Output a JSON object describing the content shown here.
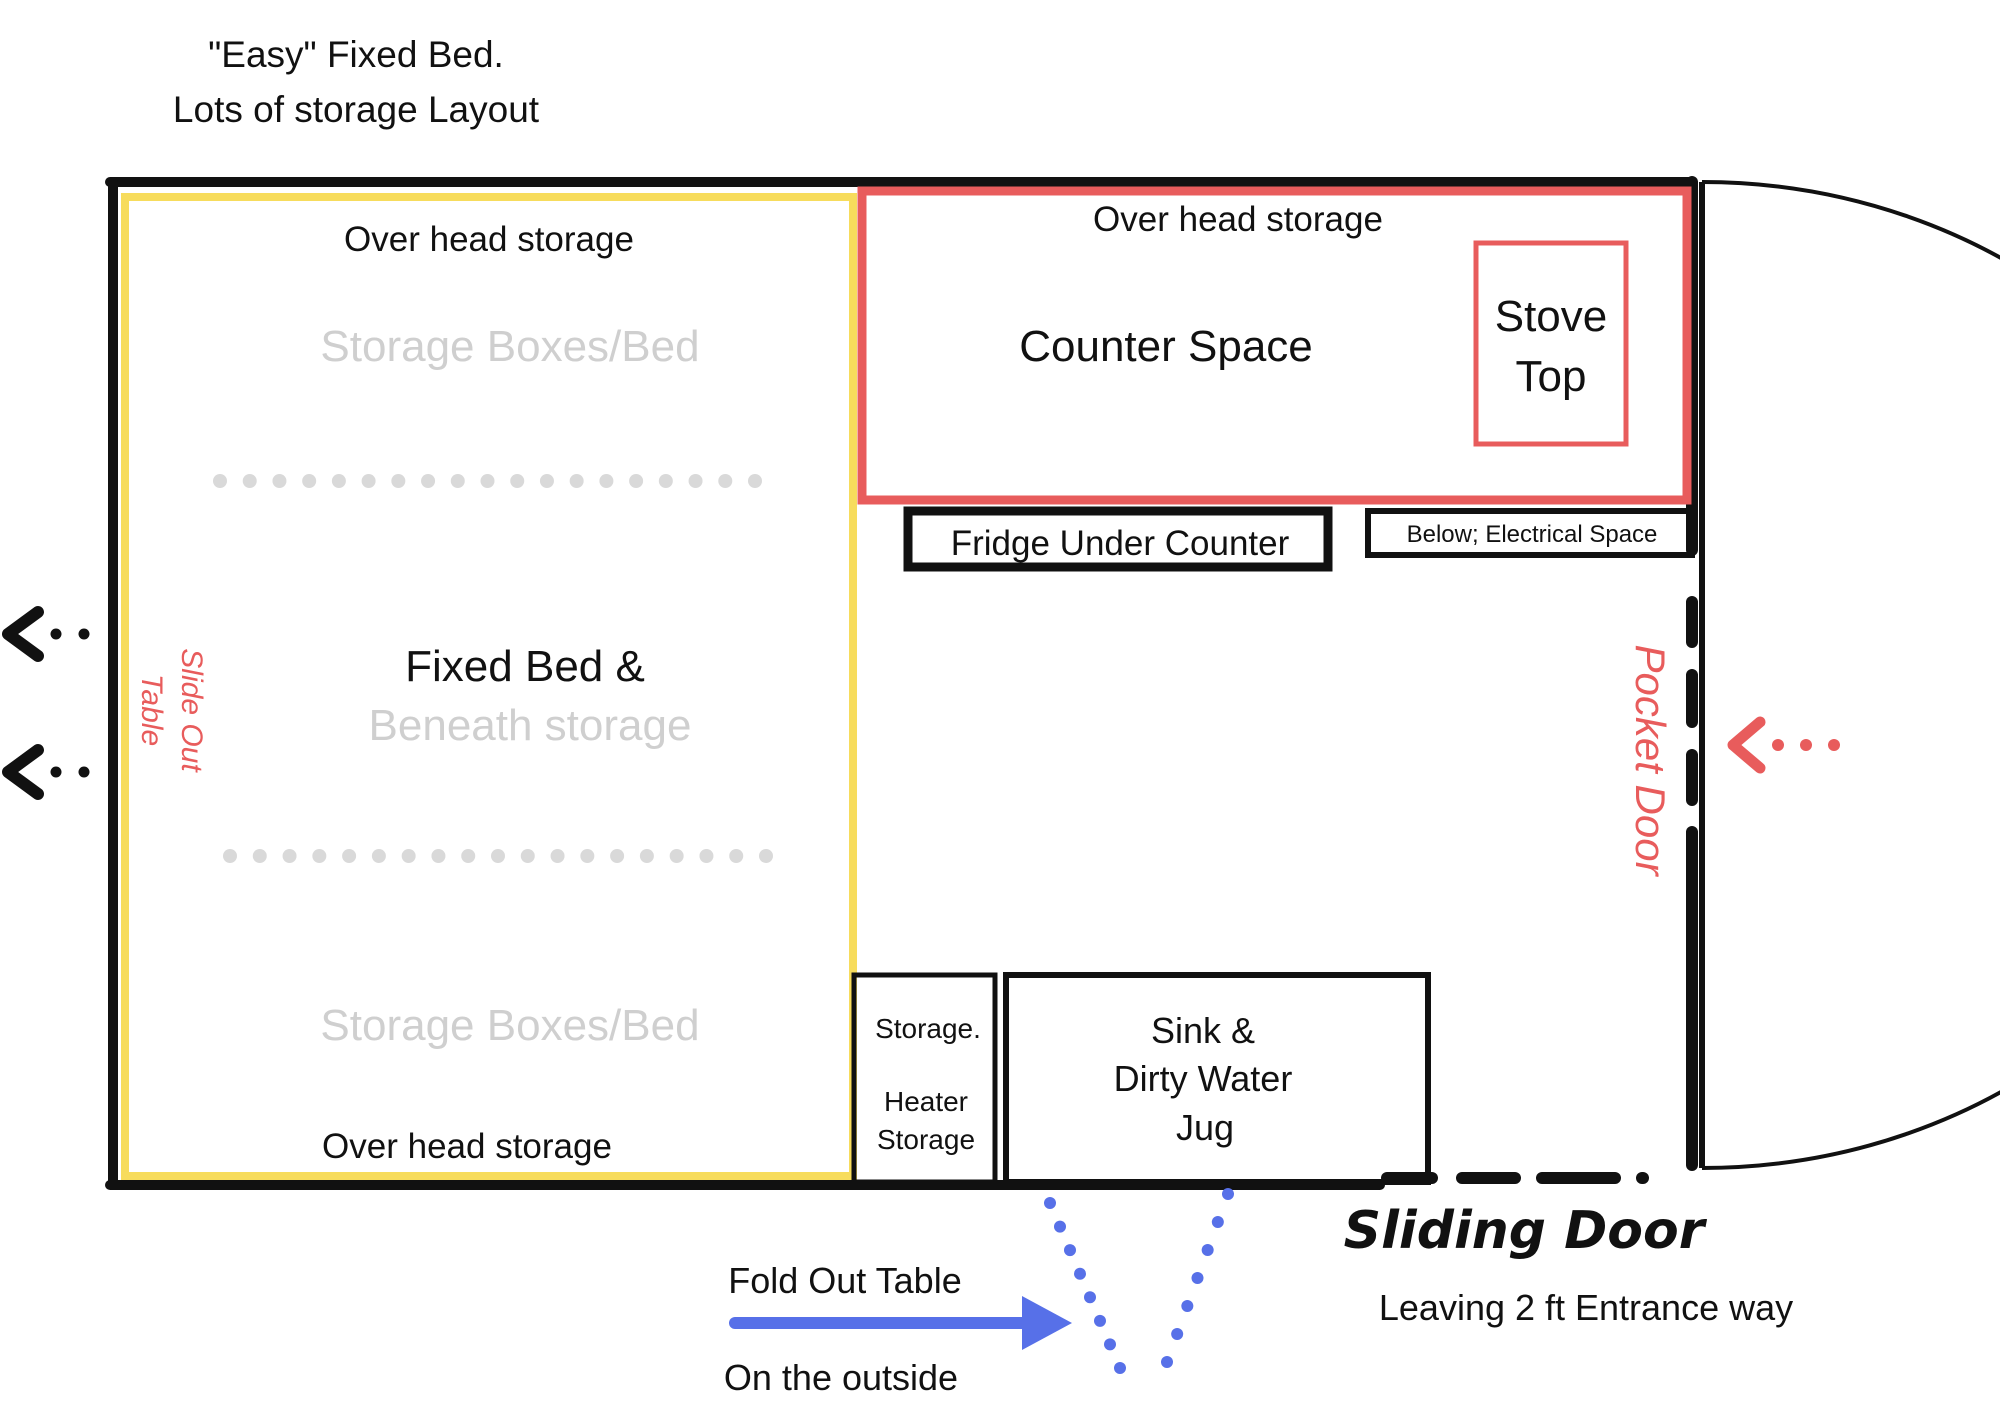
{
  "title": {
    "line1": "\"Easy\" Fixed Bed.",
    "line2": "Lots of storage Layout"
  },
  "bed_area": {
    "overhead_top": "Over head storage",
    "storage_top": "Storage Boxes/Bed",
    "fixed_bed": "Fixed Bed &",
    "beneath": "Beneath  storage",
    "storage_bottom": "Storage Boxes/Bed",
    "overhead_bottom": "Over head storage",
    "slide_out_line1": "Slide Out",
    "slide_out_line2": "Table"
  },
  "kitchen": {
    "overhead": "Over head storage",
    "counter": "Counter Space",
    "stove_line1": "Stove",
    "stove_line2": "Top",
    "fridge": "Fridge Under Counter",
    "electrical": "Below; Electrical Space"
  },
  "lower_cabinets": {
    "storage": "Storage.",
    "heater_line1": "Heater",
    "heater_line2": "Storage",
    "sink_line1": "Sink &",
    "sink_line2": "Dirty Water",
    "sink_line3": "Jug"
  },
  "doors": {
    "pocket_door": "Pocket Door",
    "sliding_door": "Sliding Door",
    "entrance": "Leaving 2 ft Entrance way"
  },
  "outside": {
    "fold_out_line1": "Fold Out Table",
    "fold_out_line2": "On the outside"
  },
  "colors": {
    "bed_outline": "#f7dc5c",
    "kitchen_outline": "#e85c5c",
    "wall": "#111111",
    "faded_text": "#cfcfcf",
    "annotation_red": "#e85c5c",
    "arrow_blue": "#5770e8"
  }
}
